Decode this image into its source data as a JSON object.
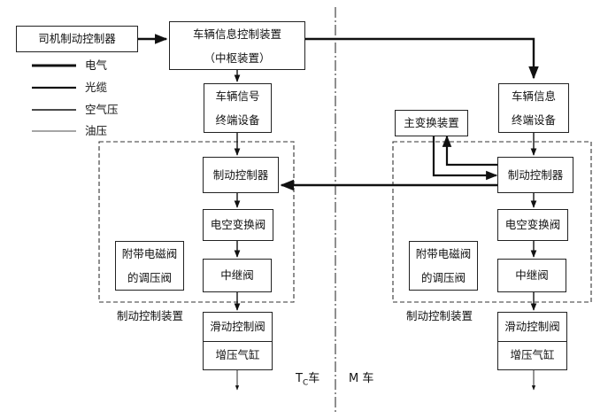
{
  "boxes": {
    "driver_controller": "司机制动控制器",
    "central_line1": "车辆信息控制装置",
    "central_line2": "（中枢装置）",
    "tc_terminal_line1": "车辆信号",
    "tc_terminal_line2": "终端设备",
    "m_terminal_line1": "车辆信息",
    "m_terminal_line2": "终端设备",
    "main_converter": "主变换装置",
    "tc_brake_controller": "制动控制器",
    "m_brake_controller": "制动控制器",
    "tc_ep_valve": "电空变换阀",
    "m_ep_valve": "电空变换阀",
    "tc_regulating_line1": "附带电磁阀",
    "tc_regulating_line2": "的调压阀",
    "m_regulating_line1": "附带电磁阀",
    "m_regulating_line2": "的调压阀",
    "tc_relay_valve": "中继阀",
    "m_relay_valve": "中继阀",
    "tc_slide_valve": "滑动控制阀",
    "tc_booster": "增压气缸",
    "m_slide_valve": "滑动控制阀",
    "m_booster": "增压气缸"
  },
  "groups": {
    "tc_brake_unit": "制动控制装置",
    "m_brake_unit": "制动控制装置"
  },
  "cars": {
    "tc_main": "T",
    "tc_sub": "C",
    "tc_suffix": "车",
    "m": "M 车"
  },
  "legend": [
    {
      "label": "电气",
      "line": "thick"
    },
    {
      "label": "光缆",
      "line": "medium-thick"
    },
    {
      "label": "空气压",
      "line": "medium"
    },
    {
      "label": "油压",
      "line": "thin"
    }
  ]
}
